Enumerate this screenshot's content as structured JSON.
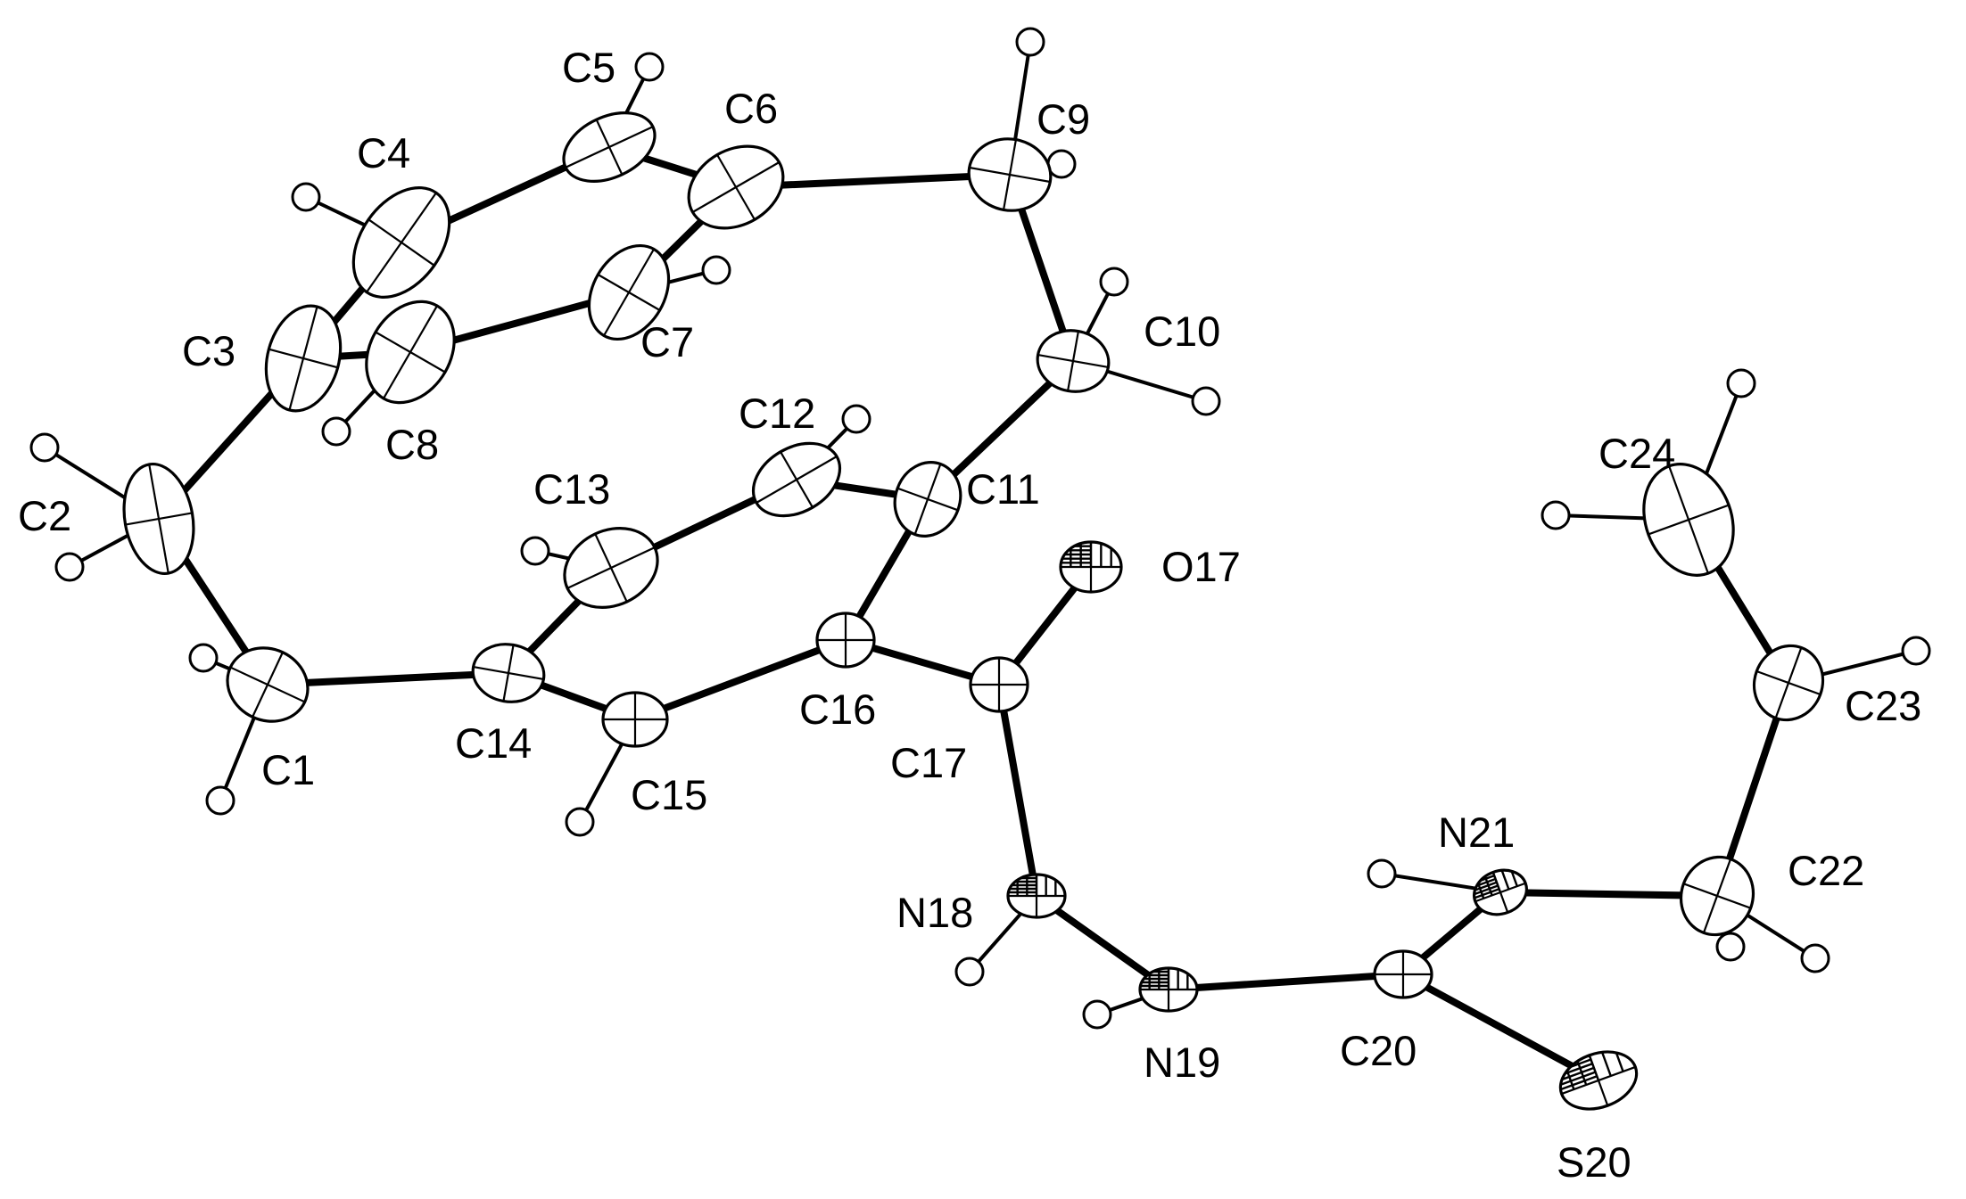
{
  "labels": {
    "C1": "C1",
    "C2": "C2",
    "C3": "C3",
    "C4": "C4",
    "C5": "C5",
    "C6": "C6",
    "C7": "C7",
    "C8": "C8",
    "C9": "C9",
    "C10": "C10",
    "C11": "C11",
    "C12": "C12",
    "C13": "C13",
    "C14": "C14",
    "C15": "C15",
    "C16": "C16",
    "C17": "C17",
    "O17": "O17",
    "N18": "N18",
    "N19": "N19",
    "C20": "C20",
    "S20": "S20",
    "N21": "N21",
    "C22": "C22",
    "C23": "C23",
    "C24": "C24"
  },
  "colors": {
    "ink": "#000000",
    "background": "#ffffff"
  }
}
